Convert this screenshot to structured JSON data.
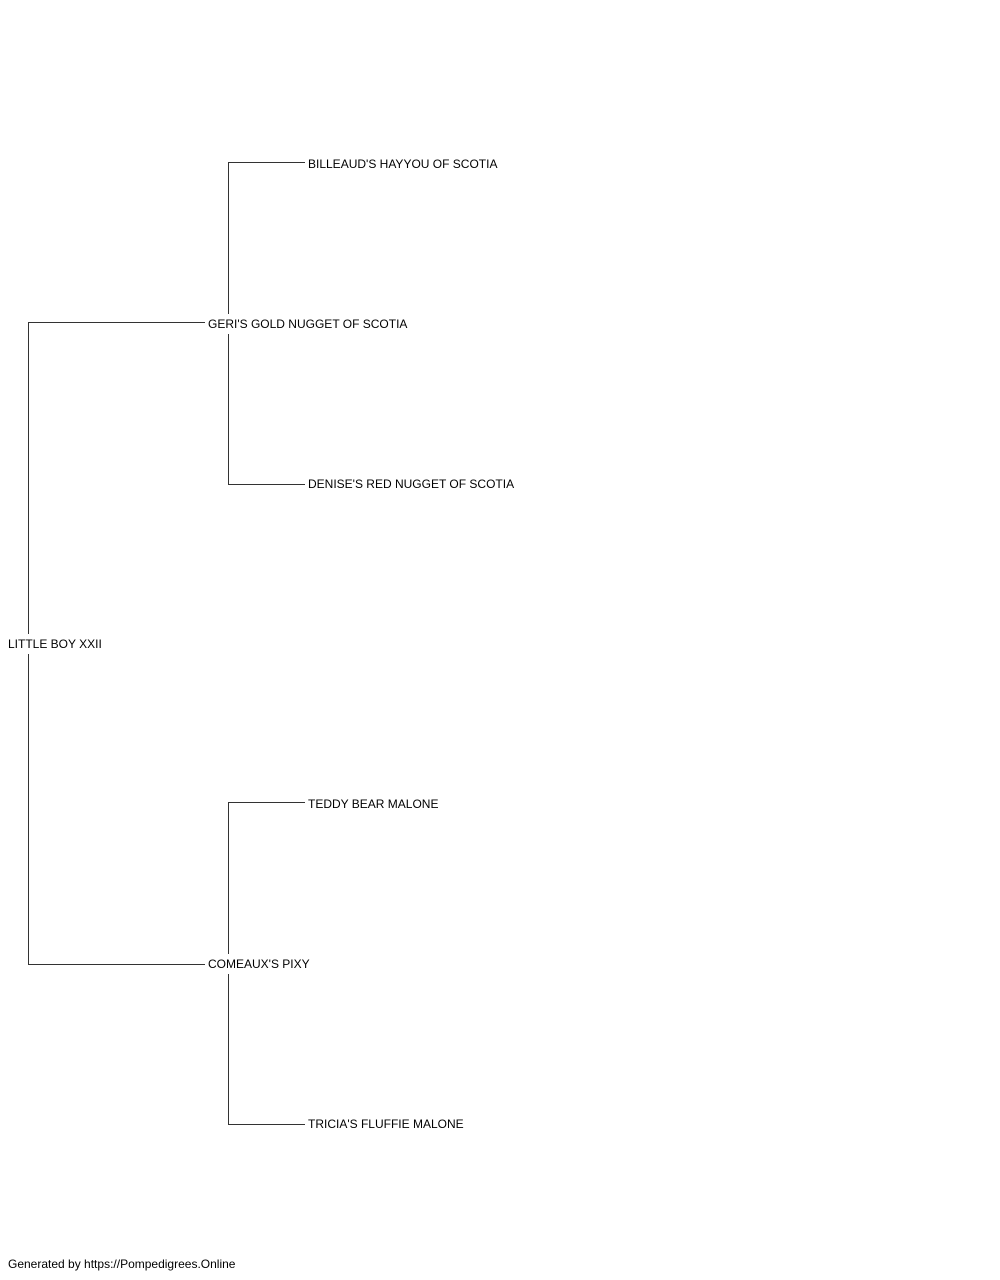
{
  "pedigree": {
    "subject": "LITTLE BOY XXII",
    "sire": {
      "name": "GERI'S GOLD NUGGET OF SCOTIA",
      "sire": "BILLEAUD'S HAYYOU OF SCOTIA",
      "dam": "DENISE'S RED NUGGET OF SCOTIA"
    },
    "dam": {
      "name": "COMEAUX'S PIXY",
      "sire": "TEDDY BEAR MALONE",
      "dam": "TRICIA'S FLUFFIE MALONE"
    }
  },
  "footer": "Generated by https://Pompedigrees.Online",
  "colors": {
    "line": "#333333",
    "text": "#000000",
    "background": "#ffffff"
  }
}
